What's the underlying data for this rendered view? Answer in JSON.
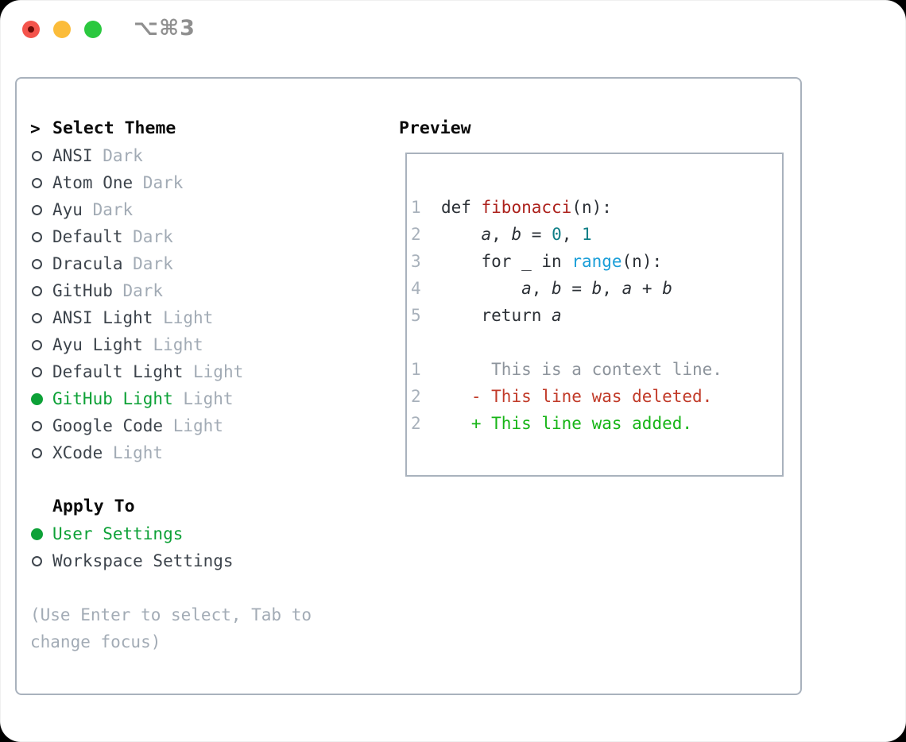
{
  "window": {
    "title": "⌥⌘3"
  },
  "colors": {
    "green-selected": "#0da137",
    "diff-red": "#c13a28",
    "diff-green": "#17b517",
    "func-red": "#ac211c",
    "number-teal": "#0f7f87",
    "builtin-blue": "#1a9ed8",
    "text-dark": "#2b3036",
    "list-text": "#3d444c",
    "muted": "#a2abb5",
    "lineno": "#a8b1bb",
    "context-gray": "#8d949c",
    "border": "#a9b2bd",
    "titlebar-text": "#8f8f8f",
    "traffic-red": "#f4544c",
    "traffic-red-dot": "#6d0b06",
    "traffic-yellow": "#fbbc3a",
    "traffic-green": "#2bc83f"
  },
  "theme_list": {
    "prompt": ">",
    "title": "Select Theme",
    "items": [
      {
        "name": "ANSI",
        "variant": "Dark",
        "selected": false
      },
      {
        "name": "Atom One",
        "variant": "Dark",
        "selected": false
      },
      {
        "name": "Ayu",
        "variant": "Dark",
        "selected": false
      },
      {
        "name": "Default",
        "variant": "Dark",
        "selected": false
      },
      {
        "name": "Dracula",
        "variant": "Dark",
        "selected": false
      },
      {
        "name": "GitHub",
        "variant": "Dark",
        "selected": false
      },
      {
        "name": "ANSI Light",
        "variant": "Light",
        "selected": false
      },
      {
        "name": "Ayu Light",
        "variant": "Light",
        "selected": false
      },
      {
        "name": "Default Light",
        "variant": "Light",
        "selected": false
      },
      {
        "name": "GitHub Light",
        "variant": "Light",
        "selected": true
      },
      {
        "name": "Google Code",
        "variant": "Light",
        "selected": false
      },
      {
        "name": "XCode",
        "variant": "Light",
        "selected": false
      }
    ]
  },
  "apply_to": {
    "title": "Apply To",
    "options": [
      {
        "name": "User Settings",
        "selected": true
      },
      {
        "name": "Workspace Settings",
        "selected": false
      }
    ]
  },
  "hint": "(Use Enter to select, Tab to change focus)",
  "preview": {
    "title": "Preview",
    "lines": [
      {
        "segments": [
          [
            "1",
            "ln"
          ],
          [
            "  def ",
            "pl"
          ],
          [
            "fibonacci",
            "fn"
          ],
          [
            "(n):",
            "pl"
          ]
        ]
      },
      {
        "segments": [
          [
            "2",
            "ln"
          ],
          [
            "      ",
            "pl"
          ],
          [
            "a",
            "var"
          ],
          [
            ", ",
            "pl"
          ],
          [
            "b",
            "var"
          ],
          [
            " = ",
            "pl"
          ],
          [
            "0",
            "num"
          ],
          [
            ", ",
            "pl"
          ],
          [
            "1",
            "num"
          ]
        ]
      },
      {
        "segments": [
          [
            "3",
            "ln"
          ],
          [
            "      for _ in ",
            "pl"
          ],
          [
            "range",
            "bi"
          ],
          [
            "(n):",
            "pl"
          ]
        ]
      },
      {
        "segments": [
          [
            "4",
            "ln"
          ],
          [
            "          ",
            "pl"
          ],
          [
            "a",
            "var"
          ],
          [
            ", ",
            "pl"
          ],
          [
            "b",
            "var"
          ],
          [
            " = ",
            "pl"
          ],
          [
            "b",
            "var"
          ],
          [
            ", ",
            "pl"
          ],
          [
            "a",
            "var"
          ],
          [
            " + ",
            "pl"
          ],
          [
            "b",
            "var"
          ]
        ]
      },
      {
        "segments": [
          [
            "5",
            "ln"
          ],
          [
            "      return ",
            "pl"
          ],
          [
            "a",
            "var"
          ]
        ]
      },
      {
        "segments": []
      },
      {
        "segments": [
          [
            "1",
            "ln"
          ],
          [
            "       This is a context line.",
            "ctx"
          ]
        ]
      },
      {
        "segments": [
          [
            "2",
            "ln"
          ],
          [
            "     ",
            "pl"
          ],
          [
            "- This line was deleted.",
            "del"
          ]
        ]
      },
      {
        "segments": [
          [
            "2",
            "ln"
          ],
          [
            "     ",
            "pl"
          ],
          [
            "+ This line was added.",
            "add"
          ]
        ]
      }
    ]
  }
}
